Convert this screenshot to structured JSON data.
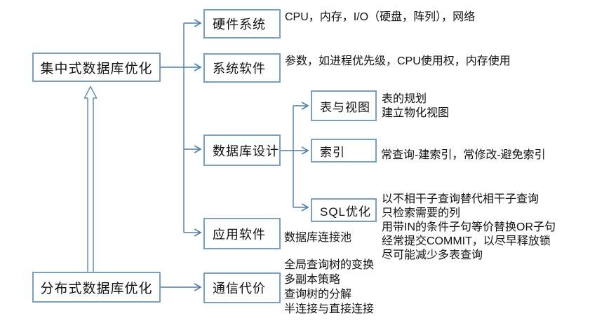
{
  "nodes": {
    "centralized": "集中式数据库优化",
    "distributed": "分布式数据库优化",
    "hardware": "硬件系统",
    "system_software": "系统软件",
    "db_design": "数据库设计",
    "app_software": "应用软件",
    "comm_cost": "通信代价",
    "tables_views": "表与视图",
    "index": "索引",
    "sql_opt": "SQL优化"
  },
  "annotations": {
    "hardware": "CPU，内存，I/O（硬盘，阵列），网络",
    "system_software": "参数，如进程优先级，CPU使用权，内存使用",
    "tables_views": [
      "表的规划",
      "建立物化视图"
    ],
    "index": "常查询-建索引，常修改-避免索引",
    "sql_opt": [
      "以不相干子查询替代相干子查询",
      "只检索需要的列",
      "用带IN的条件子句等价替换OR子句",
      "经常提交COMMIT，以尽早释放锁",
      "尽可能减少多表查询"
    ],
    "app_software": "数据库连接池",
    "comm_cost": [
      "全局查询树的变换",
      "多副本策略",
      "查询树的分解",
      "半连接与直接连接"
    ]
  },
  "colors": {
    "connector": "#4f7ca8",
    "box_border": "#7b9fbf",
    "text": "#111111",
    "background": "#ffffff"
  }
}
